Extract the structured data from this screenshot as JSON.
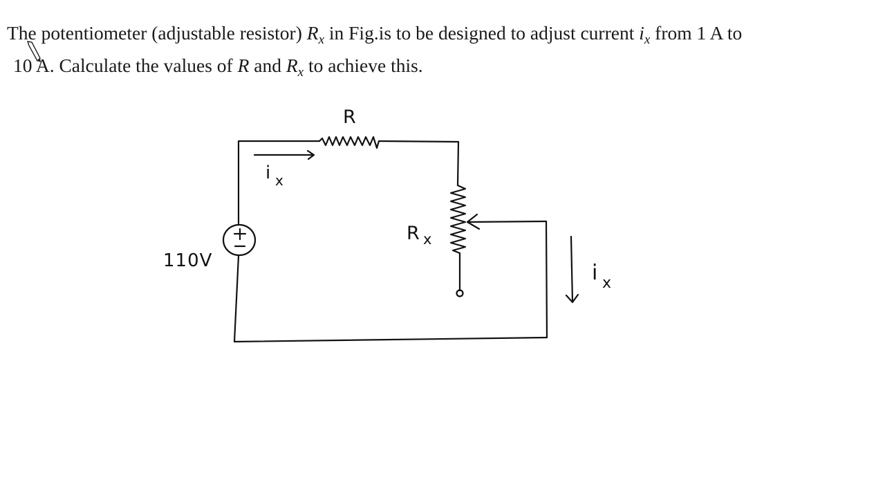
{
  "problem": {
    "line1": {
      "prefix": "The potentiometer (adjustable resistor) ",
      "var_R": "R",
      "sub_x": "x",
      "middle": " in Fig.is to be designed to adjust current ",
      "var_i": "i",
      "sub_x2": "x",
      "suffix": " from 1 A to"
    },
    "line2": {
      "prefix": "10 A. Calculate the values of ",
      "var_R": "R",
      "and": " and ",
      "var_R2": "R",
      "sub_x": "x",
      "suffix": " to achieve this."
    }
  },
  "circuit": {
    "source_label": "110V",
    "source_symbol": "±",
    "resistor_label": "R",
    "pot_label_main": "R",
    "pot_label_sub": "x",
    "current_label_main": "i",
    "current_label_sub": "x",
    "current_label2_main": "i",
    "current_label2_sub": "x"
  }
}
